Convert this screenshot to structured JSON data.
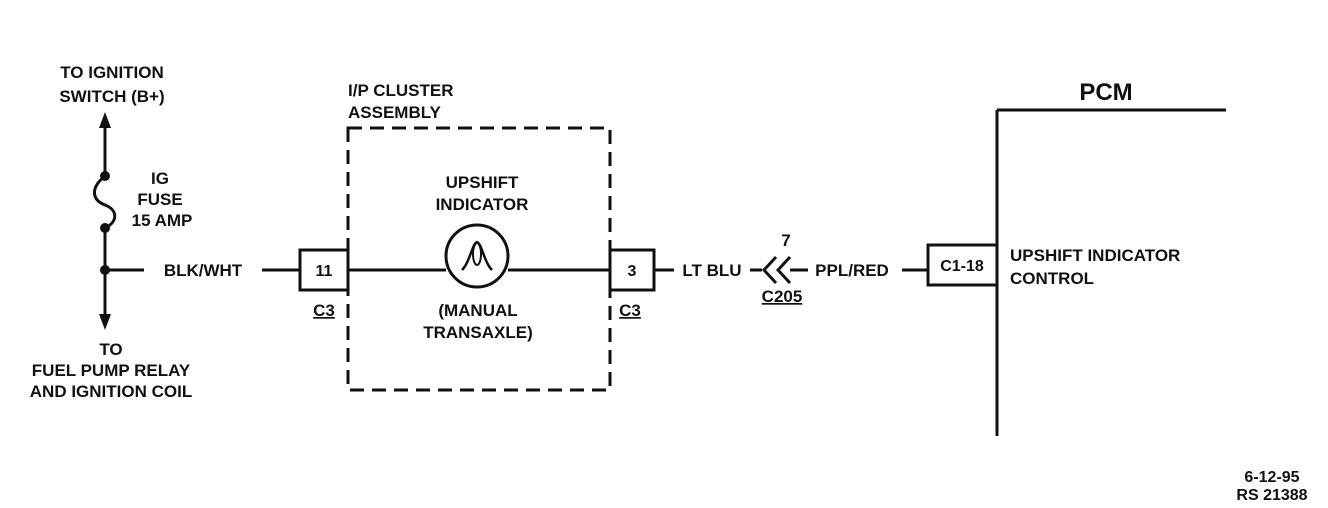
{
  "ignition": {
    "to_switch_line1": "TO IGNITION",
    "to_switch_line2": "SWITCH (B+)",
    "fuse_line1": "IG",
    "fuse_line2": "FUSE",
    "fuse_line3": "15 AMP",
    "wire_color": "BLK/WHT",
    "to_line1": "TO",
    "to_line2": "FUEL PUMP RELAY",
    "to_line3": "AND IGNITION COIL"
  },
  "cluster": {
    "title_line1": "I/P CLUSTER",
    "title_line2": "ASSEMBLY",
    "indicator_line1": "UPSHIFT",
    "indicator_line2": "INDICATOR",
    "note_line1": "(MANUAL",
    "note_line2": "TRANSAXLE)",
    "pin_left": "11",
    "pin_right": "3",
    "connector_left": "C3",
    "connector_right": "C3"
  },
  "wiring": {
    "wire_lt_blu": "LT BLU",
    "inline_pin": "7",
    "inline_connector": "C205",
    "wire_ppl_red": "PPL/RED"
  },
  "pcm": {
    "title": "PCM",
    "pin": "C1-18",
    "label_line1": "UPSHIFT INDICATOR",
    "label_line2": "CONTROL"
  },
  "footer": {
    "date": "6-12-95",
    "ref": "RS 21388"
  }
}
